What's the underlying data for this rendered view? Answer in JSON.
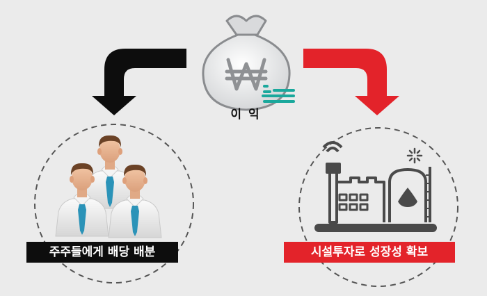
{
  "center": {
    "label": "이 익",
    "currency_symbol": "₩"
  },
  "left": {
    "label": "주주들에게 배당 배분"
  },
  "right": {
    "label": "시설투자로 성장성 확보"
  },
  "colors": {
    "background": "#ebebeb",
    "left_arrow": "#0d0d0d",
    "right_arrow": "#e3232a",
    "teal_accent": "#1aa89c",
    "tie": "#2b93b8"
  }
}
